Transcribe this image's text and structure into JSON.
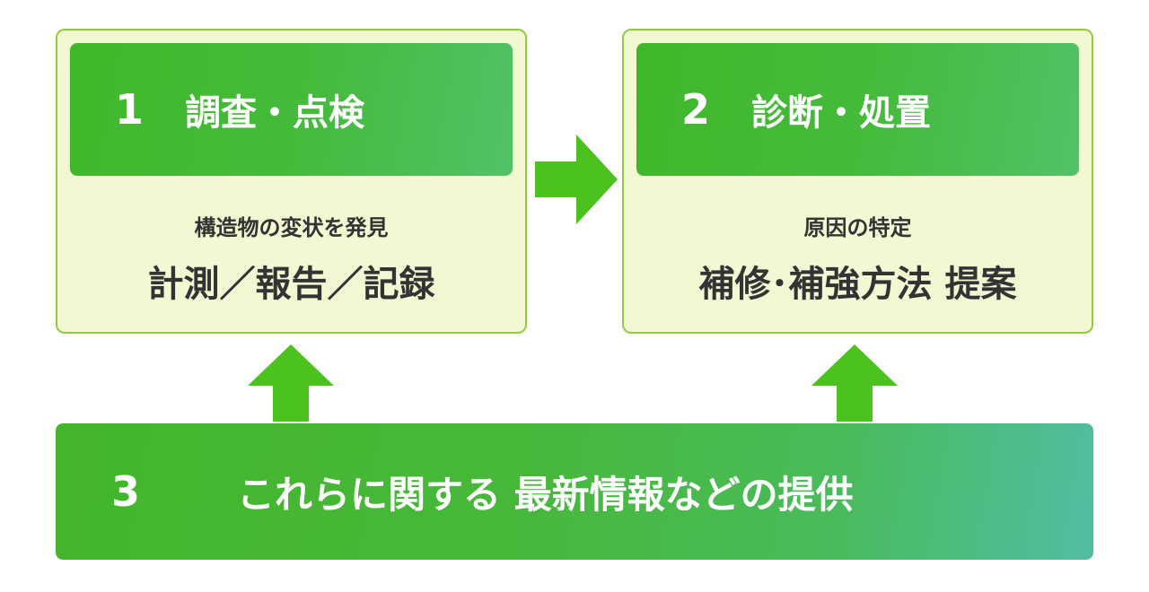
{
  "step1": {
    "number": "1",
    "title": "調査・点検",
    "subtitle": "構造物の変状を発見",
    "detail": "計測／報告／記録"
  },
  "step2": {
    "number": "2",
    "title": "診断・処置",
    "subtitle": "原因の特定",
    "detail": "補修･補強方法 提案"
  },
  "step3": {
    "number": "3",
    "text": "これらに関する 最新情報などの提供"
  },
  "colors": {
    "header_green": "#45bb3d",
    "arrow_green": "#4cc21f",
    "box_fill": "#f2f8d2",
    "box_border": "#8fcd3f"
  }
}
